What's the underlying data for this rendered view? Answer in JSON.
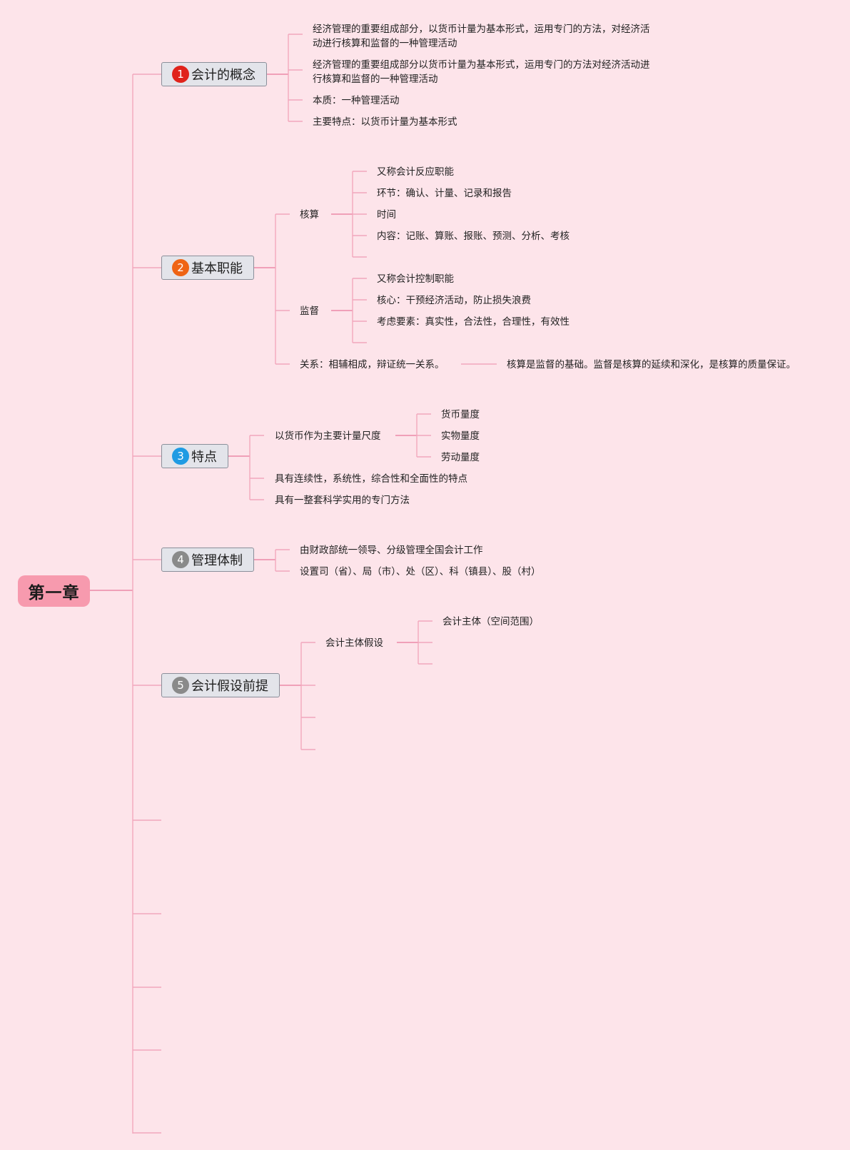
{
  "root": {
    "label": "第一章"
  },
  "colors": {
    "background": "#fde4ea",
    "root_fill": "#f79aae",
    "line": "#f2a7bd",
    "badge_1": "#e0231b",
    "badge_2": "#ef6414",
    "badge_3": "#1e9be3",
    "badge_4": "#8a8a8a",
    "badge_5": "#8a8a8a"
  },
  "topics": [
    {
      "number": "1",
      "label": "会计的概念",
      "items": [
        "经济管理的重要组成部分，以货币计量为基本形式，运用专门的方法，对经济活",
        "动进行核算和监督的一种管理活动",
        "经济管理的重要组成部分以货币计量为基本形式，运用专门的方法对经济活动进",
        "行核算和监督的一种管理活动",
        "本质：一种管理活动",
        "主要特点：以货币计量为基本形式"
      ]
    },
    {
      "number": "2",
      "label": "基本职能",
      "hesuan": {
        "label": "核算",
        "items": [
          "又称会计反应职能",
          "环节：确认、计量、记录和报告",
          "时间",
          "内容：记账、算账、报账、预测、分析、考核"
        ]
      },
      "jiandu": {
        "label": "监督",
        "items": [
          "又称会计控制职能",
          "核心：干预经济活动，防止损失浪费",
          "考虑要素：真实性，合法性，合理性，有效性"
        ]
      },
      "relation": {
        "label": "关系：相辅相成，辩证统一关系。",
        "detail": "核算是监督的基础。监督是核算的延续和深化，是核算的质量保证。"
      }
    },
    {
      "number": "3",
      "label": "特点",
      "measure": {
        "label": "以货币作为主要计量尺度",
        "items": [
          "货币量度",
          "实物量度",
          "劳动量度"
        ]
      },
      "items": [
        "具有连续性，系统性，综合性和全面性的特点",
        "具有一整套科学实用的专门方法"
      ]
    },
    {
      "number": "4",
      "label": "管理体制",
      "items": [
        "由财政部统一领导、分级管理全国会计工作",
        "设置司（省）、局（市）、处（区）、科（镇县）、股（村）"
      ]
    },
    {
      "number": "5",
      "label": "会计假设前提",
      "entity": {
        "label": "会计主体假设",
        "items": [
          "会计主体（空间范围）"
        ]
      }
    }
  ]
}
